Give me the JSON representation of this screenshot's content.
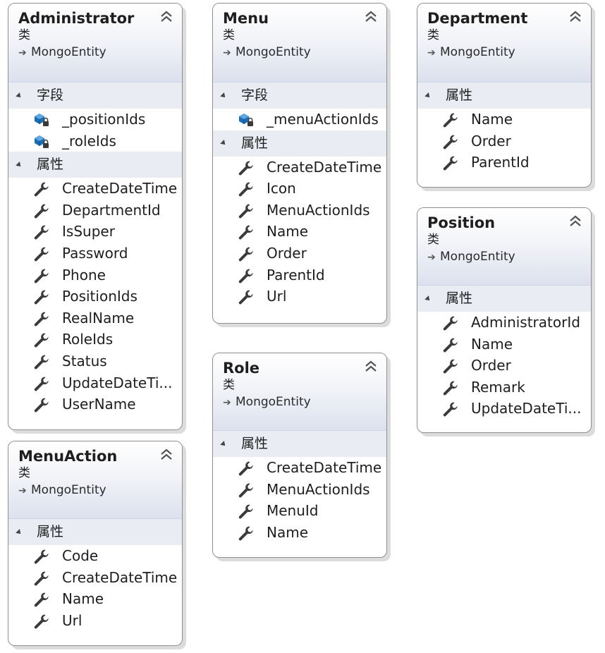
{
  "classes": {
    "administrator": {
      "name": "Administrator",
      "kind": "类",
      "base": "MongoEntity",
      "fields_label": "字段",
      "fields": [
        "_positionIds",
        "_roleIds"
      ],
      "props_label": "属性",
      "props": [
        "CreateDateTime",
        "DepartmentId",
        "IsSuper",
        "Password",
        "Phone",
        "PositionIds",
        "RealName",
        "RoleIds",
        "Status",
        "UpdateDateTi...",
        "UserName"
      ]
    },
    "menu": {
      "name": "Menu",
      "kind": "类",
      "base": "MongoEntity",
      "fields_label": "字段",
      "fields": [
        "_menuActionIds"
      ],
      "props_label": "属性",
      "props": [
        "CreateDateTime",
        "Icon",
        "MenuActionIds",
        "Name",
        "Order",
        "ParentId",
        "Url"
      ]
    },
    "department": {
      "name": "Department",
      "kind": "类",
      "base": "MongoEntity",
      "props_label": "属性",
      "props": [
        "Name",
        "Order",
        "ParentId"
      ]
    },
    "position": {
      "name": "Position",
      "kind": "类",
      "base": "MongoEntity",
      "props_label": "属性",
      "props": [
        "AdministratorId",
        "Name",
        "Order",
        "Remark",
        "UpdateDateTi..."
      ]
    },
    "role": {
      "name": "Role",
      "kind": "类",
      "base": "MongoEntity",
      "props_label": "属性",
      "props": [
        "CreateDateTime",
        "MenuActionIds",
        "MenuId",
        "Name"
      ]
    },
    "menuaction": {
      "name": "MenuAction",
      "kind": "类",
      "base": "MongoEntity",
      "props_label": "属性",
      "props": [
        "Code",
        "CreateDateTime",
        "Name",
        "Url"
      ]
    }
  },
  "icons": {
    "field": "private-field-icon",
    "property": "wrench-property-icon",
    "collapse": "double-chevron-up-icon",
    "inherit": "inherit-arrow-icon"
  }
}
